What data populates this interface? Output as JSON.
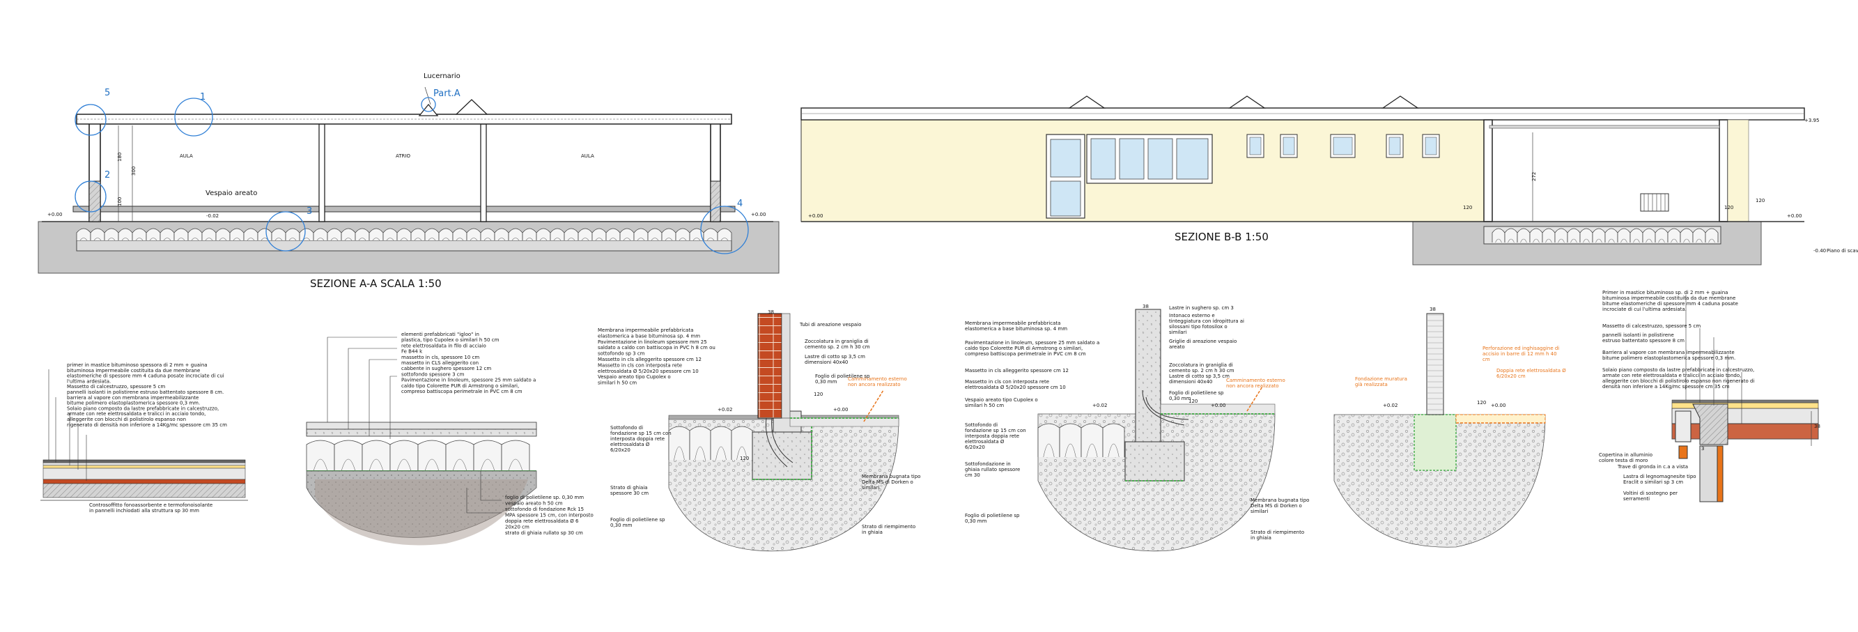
{
  "colors": {
    "ink": "#222222",
    "callout_blue": "#2f7fd6",
    "annotation_orange": "#e8741a",
    "brick": "#c44a22",
    "ground": "#bfbfbf",
    "fill_cream": "#fbf6d6",
    "green_membrane": "#4caf50"
  },
  "section_aa": {
    "title": "SEZIONE A-A SCALA 1:50",
    "lucernario": "Lucernario",
    "part_a": "Part.A",
    "rooms": [
      "AULA",
      "ATRIO",
      "AULA"
    ],
    "vespaio": "Vespaio areato",
    "callouts": [
      "5",
      "1",
      "2",
      "3",
      "4"
    ],
    "levels": [
      "+0.00",
      "-0.02",
      "+0.00"
    ],
    "dims": [
      "180",
      "300",
      "100"
    ]
  },
  "section_bb": {
    "title": "SEZIONE B-B 1:50",
    "levels_left": [
      "+0.00"
    ],
    "levels_right": [
      "+3.95",
      "+0.00",
      "-0.40"
    ],
    "piano_label": "Piano di scavo",
    "dims": [
      "120",
      "272",
      "120",
      "120"
    ]
  },
  "detail_1": {
    "labels": [
      "primer in mastice bituminoso spessora di 2 mm + guaina",
      "bituminosa impermeabile costituita da due membrane",
      "elastomeriche di spessore mm 4 caduna posate incrociate di cui",
      "l'ultima ardesiata.",
      "Massetto di calcestruzzo, spessore 5 cm",
      "pannelli isolanti in polistirene estruso battentato spessore 8 cm.",
      "barriera al vapore con membrana impermeabilizzante",
      "bitume polimero elastoplastomerica spessore 0,3 mm.",
      "Solaio piano composto da lastre prefabbricate in calcestruzzo,",
      "armate con rete elettrosaldata e tralicci in acciaio tondo,",
      "alleggerite con blocchi di polistirolo espanso non",
      "rigenerato di densità non inferiore a 14Kg/mc spessore cm 35 cm"
    ],
    "bottom_labels": [
      "Controsoffitto fonoassorbente e termofonoisolante",
      "in pannelli inchiodati alla struttura sp 30 mm"
    ]
  },
  "detail_2": {
    "labels": [
      "elementi prefabbricati \"igloo\" in",
      "plastica, tipo Cupolex o similari h 50 cm",
      "rete elettrosaldata in filo di acciaio",
      "Fe B44 k",
      "massetto in cls, spessore 10 cm",
      "massetto in CLS alleggerito con",
      "cabbente in sughero spessore 12 cm",
      "sottofondo spessore 3 cm",
      "Pavimentazione in linoleum, spessore 25 mm saldato a",
      "caldo tipo Colorette PUR di Armstrong o similari,",
      "compreso battiscopa perimetrale in PVC cm 8 cm"
    ],
    "bottom_labels": [
      "foglio di polietilene sp. 0,30 mm",
      "vespaio areato h 50 cm",
      "sottofondo di fondazione Rck 15",
      "MPA spessore 15 cm, con interposto",
      "doppia rete elettrosaldata Ø 6",
      "20x20 cm",
      "strato di ghiaia rullato sp 30 cm"
    ]
  },
  "detail_3": {
    "top_labels": [
      "Membrana impermeabile prefabbricata",
      "elastomerica a base bituminosa sp. 4 mm",
      "Pavimentazione in linoleum spessore mm 25",
      "saldato a caldo con battiscopa in PVC h 8 cm ou",
      "sottofondo sp 3 cm",
      "Massetto in cls alleggerito spessore cm 12",
      "Massetto in cls con interposta rete",
      "elettrosaldata Ø 5/20x20 spessore cm 10",
      "Vespaio areato tipo Cupolex o",
      "similari h 50 cm"
    ],
    "right_labels": [
      "Tubi di areazione vespaio",
      "Zoccolatura in graniglia di",
      "cemento sp. 2 cm h 30 cm",
      "Lastre di cotto sp 3,5 cm",
      "dimensioni 40x40",
      "Foglio di polietilene sp",
      "0,30 mm"
    ],
    "orange_labels": [
      "Camminamento esterno",
      "non ancora realizzato"
    ],
    "left_labels": [
      "Sottofondo di",
      "fondazione sp 15 cm con",
      "interposta doppia rete",
      "elettrosaldata Ø",
      "6/20x20",
      "Strato di ghiaia",
      "spessore 30 cm",
      "Foglio di polietilene sp",
      "0,30 mm"
    ],
    "bottom_right_labels": [
      "Membrana bugnata tipo",
      "Delta MS di Dorken o",
      "similari",
      "Strato di riempimento",
      "in ghiaia"
    ],
    "levels": [
      "+0.02",
      "+0.00"
    ],
    "dims": [
      "38",
      "120",
      "120"
    ]
  },
  "detail_4": {
    "top_labels": [
      "Lastre in sughero sp. cm 3",
      "Intonaco esterno e",
      "tinteggiatura con idropittura ai",
      "silossani tipo fotosilox o",
      "similari",
      "Griglie di areazione vespaio",
      "areato",
      "Zoccolatura in graniglia di",
      "cemento sp. 2 cm h 30 cm",
      "Lastre di cotto sp 3,5 cm",
      "dimensioni 40x40",
      "Foglio di polietilene sp",
      "0,30 mm"
    ],
    "left_labels": [
      "Membrana impermeabile prefabbricata",
      "elastomerica a base bituminosa sp. 4 mm",
      "Pavimentazione in linoleum, spessore 25 mm saldato a",
      "caldo tipo Colorette PUR di Armstrong o similari,",
      "compreso battiscopa perimetrale in PVC cm 8 cm",
      "Massetto in cls alleggerito spessore cm 12",
      "Massetto in cls con interposta rete",
      "elettrosaldata Ø 5/20x20 spessore cm 10",
      "Vespaio areato tipo Cupolex o",
      "similari h 50 cm",
      "Sottofondo di",
      "fondazione sp 15 cm con",
      "interposta doppia rete",
      "elettrosaldata Ø",
      "6/20x20",
      "Sottofondazione in",
      "ghiaia rullato spessore",
      "cm 30",
      "Foglio di polietilene sp",
      "0,30 mm"
    ],
    "orange_labels": [
      "Camminamento esterno",
      "non ancora realizzato"
    ],
    "bottom_right_labels": [
      "Membrana bugnata tipo",
      "Delta MS di Dorken o",
      "similari",
      "Strato di riempimento",
      "in ghiaia"
    ],
    "levels": [
      "+0.02",
      "+0.00"
    ],
    "dims": [
      "38",
      "120"
    ]
  },
  "detail_5": {
    "orange_labels": [
      "Fondazione muratura",
      "già realizzata",
      "Perforazione ed inghisaggine di",
      "accisio in barre di 12 mm h 40",
      "cm",
      "Doppia rete elettrosaldata Ø",
      "6/20x20 cm"
    ],
    "levels": [
      "+0.02",
      "+0.00"
    ],
    "dims": [
      "38",
      "120"
    ]
  },
  "detail_6": {
    "labels": [
      "Primer in mastice bituminoso sp. di 2 mm + guaina",
      "bituminosa impermeabile costituita da due membrane",
      "bitume elastomeriche di spessore mm 4 caduna posate",
      "incrociate di cui l'ultima ardesiata.",
      "Massetto di calcestruzzo, spessore 5 cm",
      "pannelli isolanti in polistirene",
      "estruso battentato spessore 8 cm",
      "Barriera al vapore con membrana impermeabilizzante",
      "bitume polimero elastoplastomerica spessore 0,3 mm.",
      "Solaio piano composto da lastre prefabbricate in calcestruzzo,",
      "armate con rete elettrosaldata e tralicci in acciaio tondo,",
      "alleggerite con blocchi di polistirolo espanso non rigenerato di",
      "densità non inferiore a 14Kg/mc spessore cm 35 cm"
    ],
    "lower_labels": [
      "Copertina in alluminio",
      "colore testa di moro",
      "Trave di gronda in c.a a vista",
      "Lastra di legnomagnesite tipo",
      "Eraclit o similari sp 3 cm",
      "Voltini di sostegno per",
      "serramenti"
    ],
    "dims": [
      "38",
      "3"
    ]
  }
}
